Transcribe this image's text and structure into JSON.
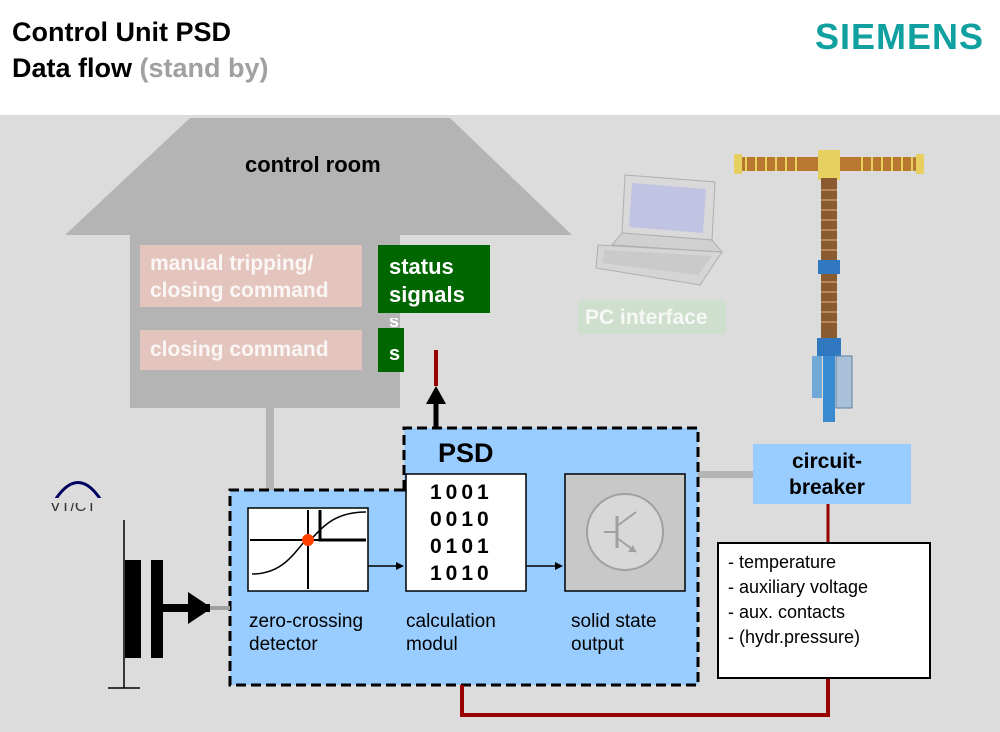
{
  "header": {
    "title": "Control Unit PSD",
    "subtitle_main": "Data flow",
    "subtitle_muted": "(stand by)"
  },
  "brand": "SIEMENS",
  "control_room": {
    "label": "control room",
    "manual_command": "manual tripping/ closing command",
    "closing_command": "closing command",
    "status_signals_1": "status",
    "status_signals_2": "signals",
    "status_partial_1": "s",
    "status_partial_2": "s"
  },
  "pc_interface": "PC interface",
  "vt_ct": "VT/CT",
  "psd": {
    "label": "PSD",
    "bits": [
      "1001",
      "0010",
      "0101",
      "1010"
    ],
    "zero_crossing_1": "zero-crossing",
    "zero_crossing_2": "detector",
    "calc_1": "calculation",
    "calc_2": "modul",
    "solid_1": "solid state",
    "solid_2": "output"
  },
  "breaker": {
    "label_1": "circuit-",
    "label_2": "breaker"
  },
  "monitor": {
    "items": [
      "- temperature",
      "- auxiliary voltage",
      "- aux. contacts",
      "- (hydr.pressure)"
    ]
  },
  "colors": {
    "panel": "#dcdcdc",
    "house": "#b4b4b4",
    "psd_fill": "#99ccff",
    "status_green": "#006600",
    "wire_red": "#990000",
    "brand_teal": "#10a0a0"
  }
}
